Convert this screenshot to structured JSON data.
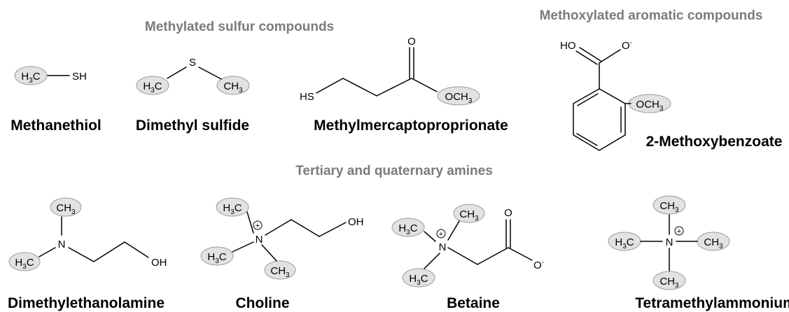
{
  "headings": {
    "sulfur": "Methylated sulfur compounds",
    "aromatic": "Methoxylated aromatic compounds",
    "amines": "Tertiary and quaternary amines"
  },
  "compounds": {
    "methanethiol": {
      "name": "Methanethiol",
      "atoms": {
        "methyl_main": "H",
        "methyl_sub": "3",
        "methyl_tail": "C",
        "thiol": "SH"
      }
    },
    "dimethyl_sulfide": {
      "name": "Dimethyl sulfide",
      "atoms": {
        "sulfur": "S",
        "left_main": "H",
        "left_sub": "3",
        "left_tail": "C",
        "right_main": "CH",
        "right_sub": "3"
      }
    },
    "methylmercaptopropionate": {
      "name": "Methylmercaptoproprionate",
      "atoms": {
        "thiol": "HS",
        "carbonyl_o": "O",
        "ester_main": "OCH",
        "ester_sub": "3"
      }
    },
    "methoxybenzoate": {
      "name": "2-Methoxybenzoate",
      "atoms": {
        "hydroxyl": "HO",
        "oxide": "O",
        "minus": "-",
        "methoxy_main": "OCH",
        "methoxy_sub": "3"
      }
    },
    "dimethylethanolamine": {
      "name": "Dimethylethanolamine",
      "atoms": {
        "nitrogen": "N",
        "top_main": "CH",
        "top_sub": "3",
        "left_main": "H",
        "left_sub": "3",
        "left_tail": "C",
        "hydroxyl": "OH"
      }
    },
    "choline": {
      "name": "Choline",
      "atoms": {
        "nitrogen": "N",
        "plus": "+",
        "top_main": "H",
        "top_sub": "3",
        "top_tail": "C",
        "left_main": "H",
        "left_sub": "3",
        "left_tail": "C",
        "bottom_main": "CH",
        "bottom_sub": "3",
        "hydroxyl": "OH"
      }
    },
    "betaine": {
      "name": "Betaine",
      "atoms": {
        "nitrogen": "N",
        "plus": "+",
        "top_main": "CH",
        "top_sub": "3",
        "left_main": "H",
        "left_sub": "3",
        "left_tail": "C",
        "bottom_main": "H",
        "bottom_sub": "3",
        "bottom_tail": "C",
        "carbonyl_o": "O",
        "oxide": "O",
        "minus": "-"
      }
    },
    "tetramethylammonium": {
      "name": "Tetramethylammonium",
      "atoms": {
        "nitrogen": "N",
        "plus": "+",
        "top_main": "CH",
        "top_sub": "3",
        "left_main": "H",
        "left_sub": "3",
        "left_tail": "C",
        "right_main": "CH",
        "right_sub": "3",
        "bottom_main": "CH",
        "bottom_sub": "3"
      }
    }
  }
}
